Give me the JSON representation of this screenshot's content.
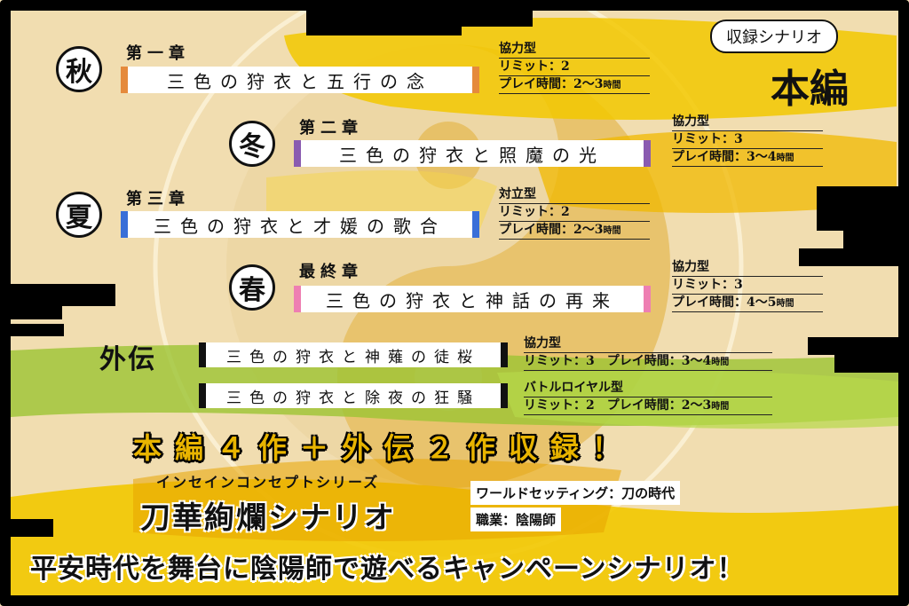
{
  "badge_label": "収録シナリオ",
  "section_title": "本編",
  "gaiden_heading": "外伝",
  "chapters": [
    {
      "season": "秋",
      "label": "第一章",
      "title": "三色の狩衣と五行の念",
      "accent": "#e58a3c",
      "type": "協力型",
      "limit": "リミット：2",
      "play_time": "プレイ時間：2～3",
      "unit": "時間"
    },
    {
      "season": "冬",
      "label": "第二章",
      "title": "三色の狩衣と照魔の光",
      "accent": "#8a5bb0",
      "type": "協力型",
      "limit": "リミット：3",
      "play_time": "プレイ時間：3～4",
      "unit": "時間"
    },
    {
      "season": "夏",
      "label": "第三章",
      "title": "三色の狩衣と才媛の歌合",
      "accent": "#3a6fd8",
      "type": "対立型",
      "limit": "リミット：2",
      "play_time": "プレイ時間：2～3",
      "unit": "時間"
    },
    {
      "season": "春",
      "label": "最終章",
      "title": "三色の狩衣と神話の再来",
      "accent": "#ee7fb2",
      "type": "協力型",
      "limit": "リミット：3",
      "play_time": "プレイ時間：4～5",
      "unit": "時間"
    }
  ],
  "gaiden": [
    {
      "title": "三色の狩衣と神薙の徒桜",
      "type": "協力型",
      "detail": "リミット：3　プレイ時間：3～4",
      "unit": "時間"
    },
    {
      "title": "三色の狩衣と除夜の狂騒",
      "type": "バトルロイヤル型",
      "detail": "リミット：2　プレイ時間：2～3",
      "unit": "時間"
    }
  ],
  "headline": "本編４作＋外伝２作収録！",
  "series": {
    "subtitle": "インセインコンセプトシリーズ",
    "title": "刀華絢爛シナリオ"
  },
  "world": {
    "setting": "ワールドセッティング：刀の時代",
    "job": "職業：陰陽師"
  },
  "footer": "平安時代を舞台に陰陽師で遊べるキャンペーンシナリオ！",
  "colors": {
    "paper": "#f1ddb0",
    "gold": "#e8b400",
    "yellow_brush": "#f2c800",
    "green_brush": "#9cc433",
    "ink": "#111111"
  }
}
